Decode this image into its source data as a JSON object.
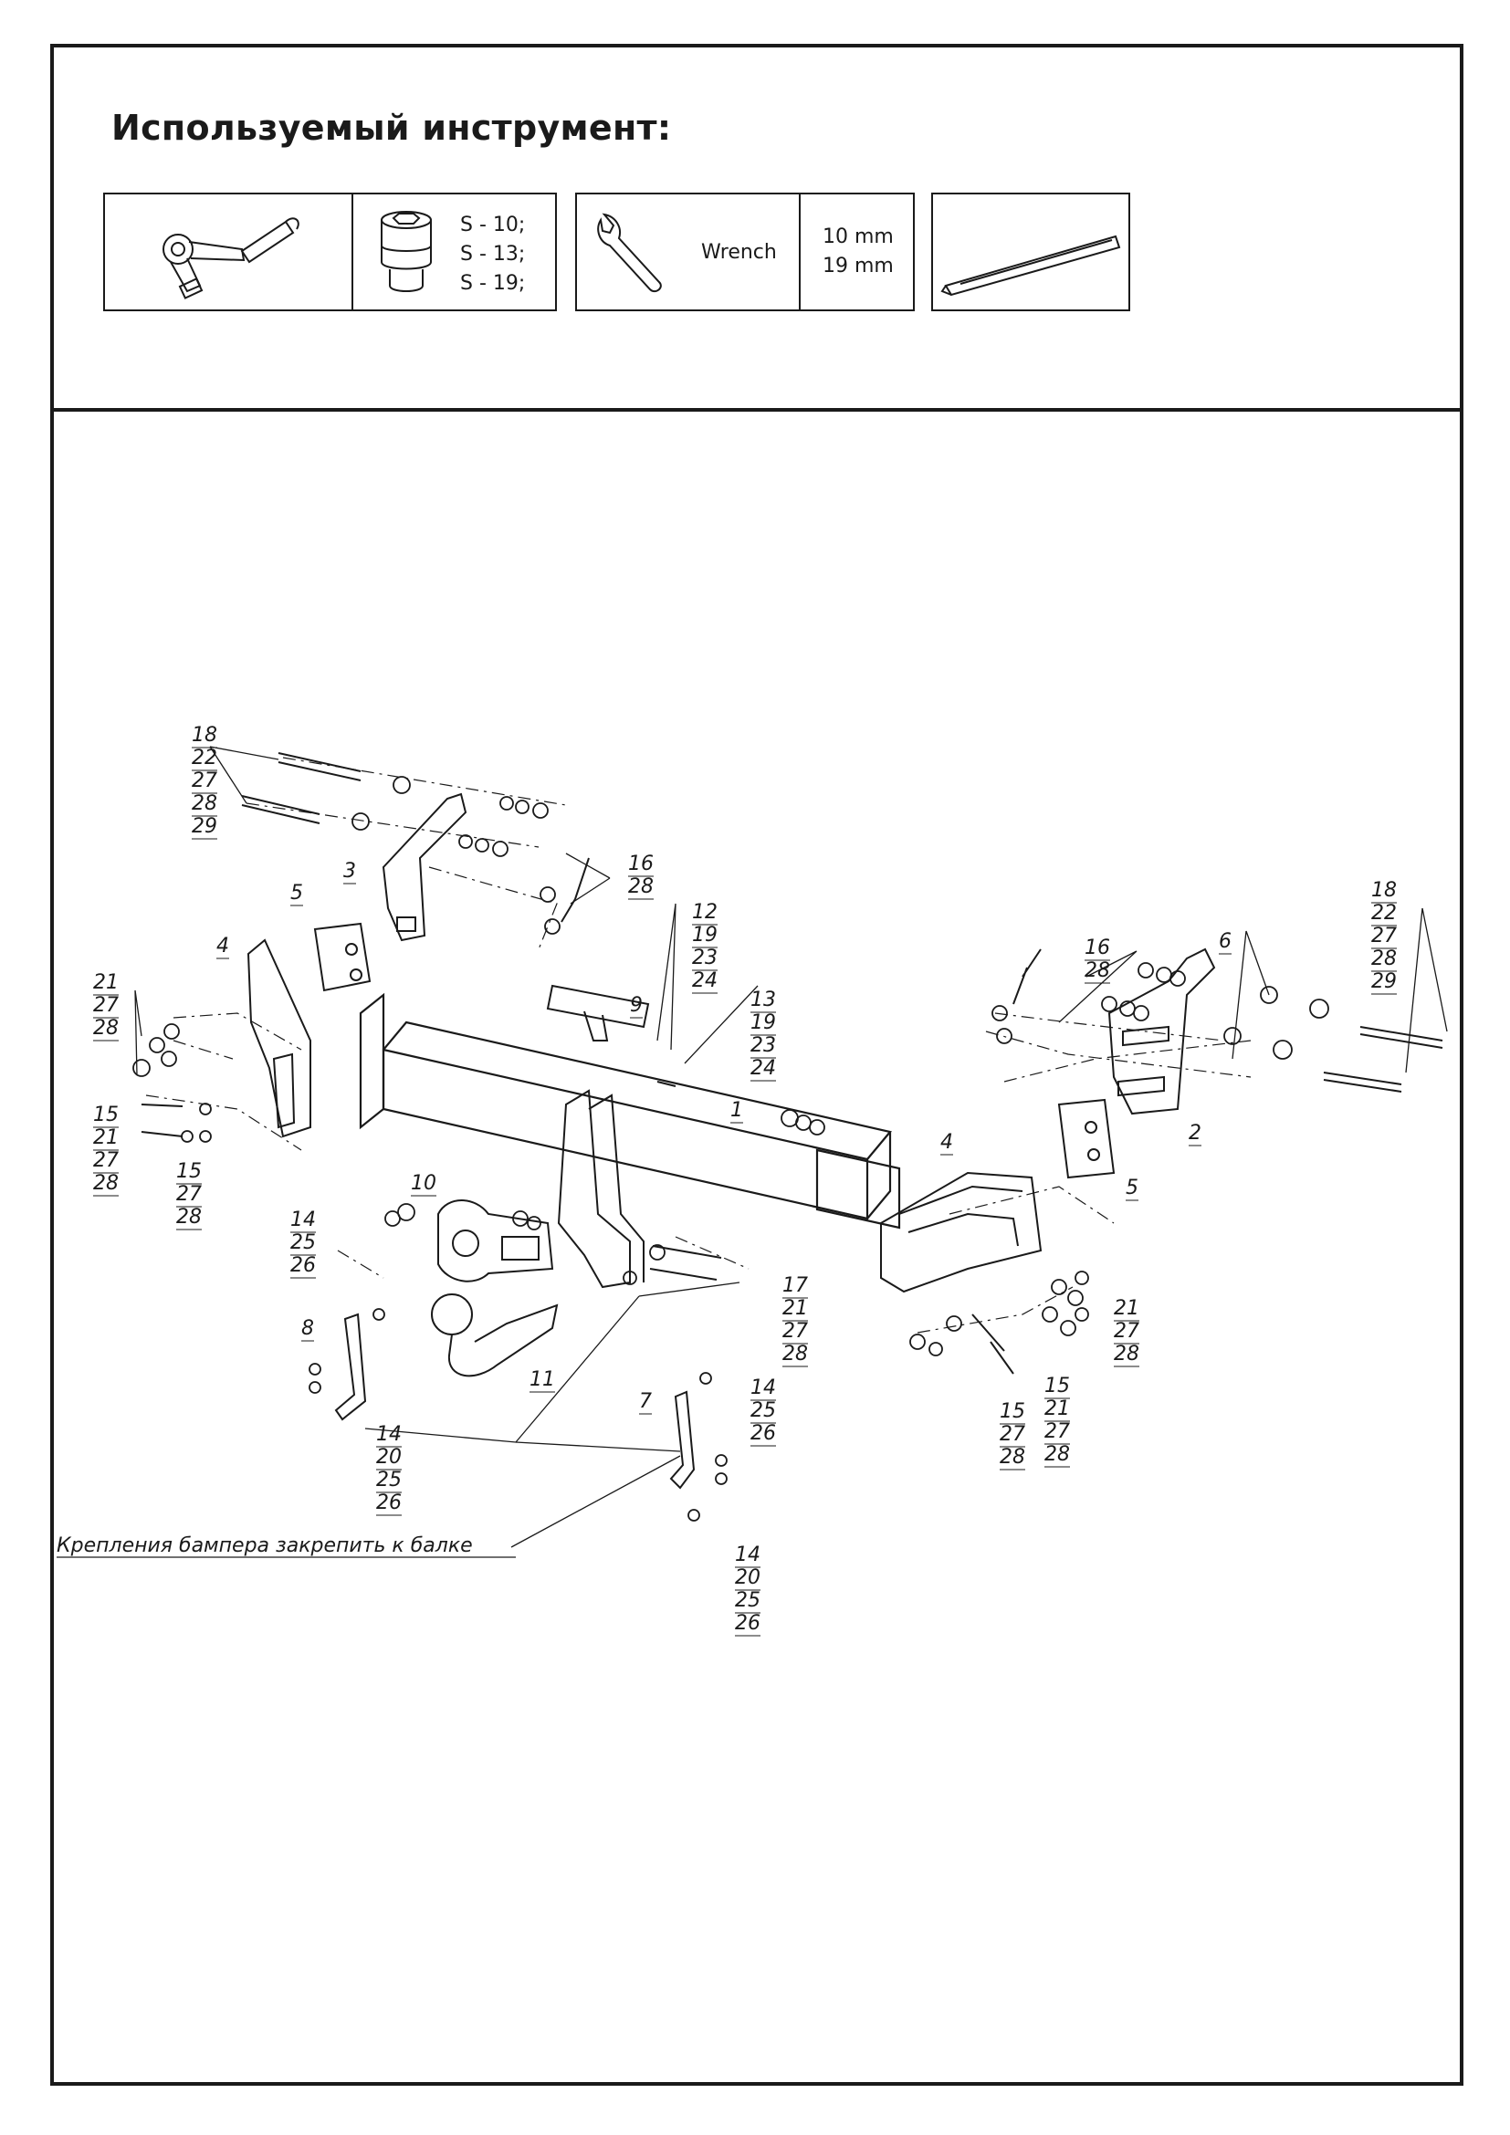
{
  "header": {
    "title": "Используемый инструмент:"
  },
  "tools": {
    "socket_sizes": [
      "S - 10;",
      "S - 13;",
      "S - 19;"
    ],
    "wrench_label": "Wrench",
    "wrench_sizes": [
      "10 mm",
      "19 mm"
    ]
  },
  "callouts": {
    "c_top_left": [
      "18",
      "22",
      "27",
      "28",
      "29"
    ],
    "c_3": [
      "3"
    ],
    "c_16_left": [
      "16",
      "28"
    ],
    "c_5_left": [
      "5"
    ],
    "c_4_left": [
      "4"
    ],
    "c_21_left": [
      "21",
      "27",
      "28"
    ],
    "c_15_left": [
      "15",
      "21",
      "27",
      "28"
    ],
    "c_15b_left": [
      "15",
      "27",
      "28"
    ],
    "c_12": [
      "12",
      "19",
      "23",
      "24"
    ],
    "c_9": [
      "9"
    ],
    "c_13": [
      "13",
      "19",
      "23",
      "24"
    ],
    "c_1": [
      "1"
    ],
    "c_10": [
      "10"
    ],
    "c_14_a": [
      "14",
      "25",
      "26"
    ],
    "c_8": [
      "8"
    ],
    "c_11": [
      "11"
    ],
    "c_14_b": [
      "14",
      "20",
      "25",
      "26"
    ],
    "c_17": [
      "17",
      "21",
      "27",
      "28"
    ],
    "c_7": [
      "7"
    ],
    "c_14_c": [
      "14",
      "25",
      "26"
    ],
    "c_14_d": [
      "14",
      "20",
      "25",
      "26"
    ],
    "c_16_right": [
      "16",
      "28"
    ],
    "c_6": [
      "6"
    ],
    "c_top_right": [
      "18",
      "22",
      "27",
      "28",
      "29"
    ],
    "c_2": [
      "2"
    ],
    "c_4_right": [
      "4"
    ],
    "c_5_right": [
      "5"
    ],
    "c_21_right": [
      "21",
      "27",
      "28"
    ],
    "c_15_right_a": [
      "15",
      "21",
      "27",
      "28"
    ],
    "c_15_right_b": [
      "15",
      "27",
      "28"
    ]
  },
  "note": "Крепления бампера закрепить к балке"
}
